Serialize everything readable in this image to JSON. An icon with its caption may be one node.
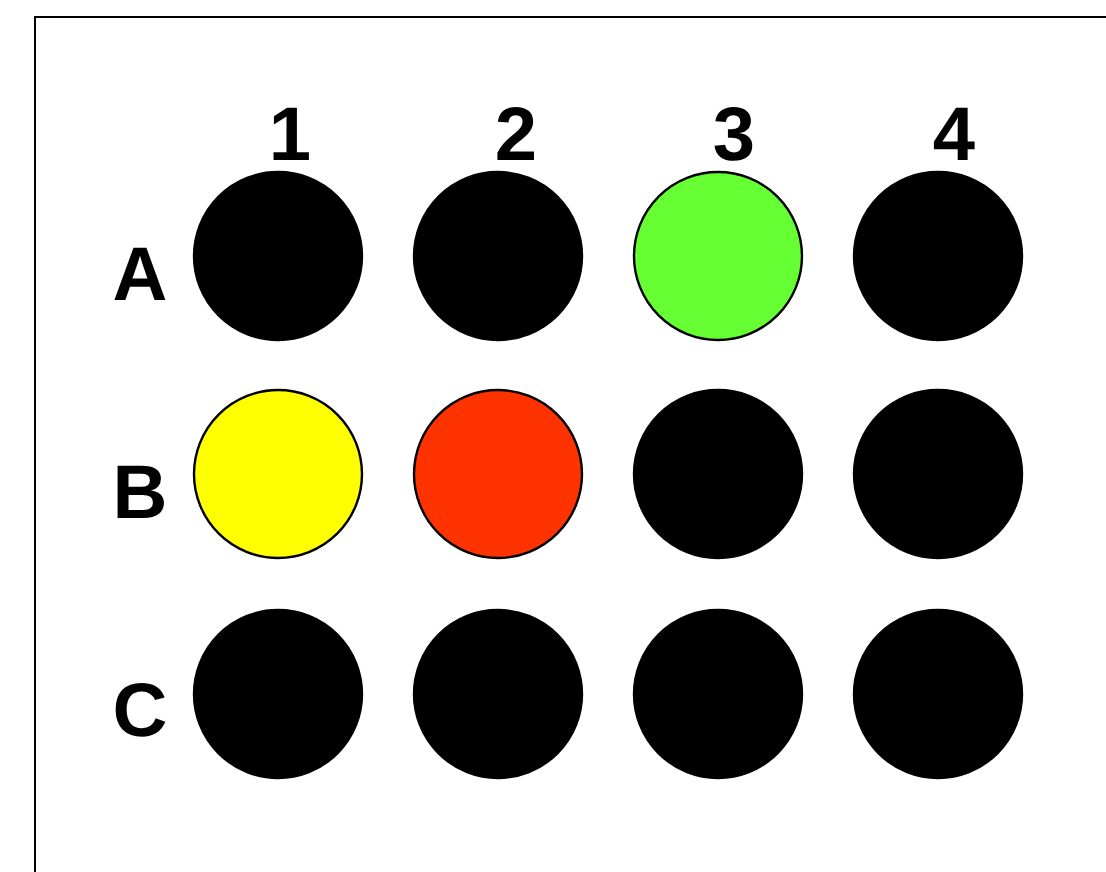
{
  "diagram": {
    "nodes": [
      {
        "text": [],
        "shape": "circle"
      },
      {
        "text": [],
        "shape": "circle"
      },
      {
        "text": [],
        "shape": "circle"
      },
      {
        "text": [],
        "shape": "circle"
      },
      {
        "text": [],
        "shape": "circle"
      },
      {
        "text": [],
        "shape": "circle"
      },
      {
        "text": [],
        "shape": "circle"
      },
      {
        "text": [],
        "shape": "circle"
      },
      {
        "text": [],
        "shape": "circle"
      },
      {
        "text": [],
        "shape": "circle"
      },
      {
        "text": [],
        "shape": "circle"
      },
      {
        "text": [],
        "shape": "circle"
      }
    ],
    "labels": [
      "1",
      "2",
      "3",
      "4",
      "A",
      "B",
      "C"
    ]
  }
}
